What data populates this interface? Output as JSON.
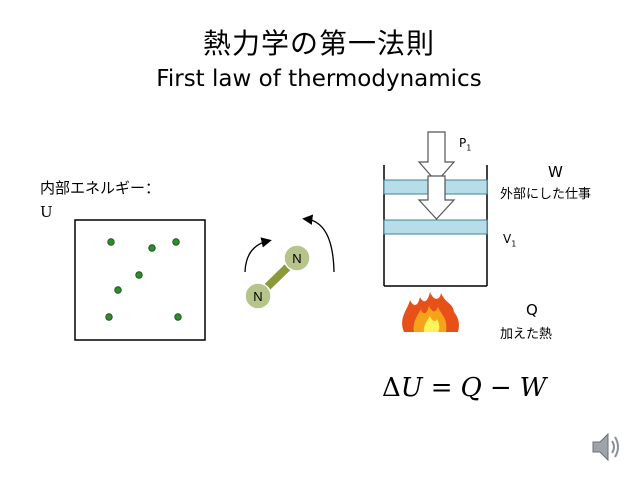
{
  "title": {
    "jp": "熱力学の第一法則",
    "en": "First law of thermodynamics"
  },
  "internal_energy": {
    "label": "内部エネルギー：",
    "symbol": "U"
  },
  "molecule": {
    "atom_top": "N",
    "atom_bottom": "N"
  },
  "piston": {
    "pressure_label": "P",
    "pressure_sub": "1",
    "work_symbol": "W",
    "work_label": "外部にした仕事",
    "volume_label": "V",
    "volume_sub": "1",
    "heat_symbol": "Q",
    "heat_label": "加えた熱"
  },
  "equation": {
    "delta": "Δ",
    "u": "U",
    "eq": "=",
    "q": "Q",
    "minus": "−",
    "w": "W"
  },
  "colors": {
    "particle": "#2e8b2e",
    "bond": "#8a9a3a",
    "atom": "#b5c48a",
    "piston": "#b7dde8",
    "piston_stroke": "#3f7f9a",
    "flame": "#e8501a"
  },
  "icons": [
    "speaker-icon",
    "flame-icon",
    "arrow-down-icon",
    "rotation-arrow-icon"
  ]
}
